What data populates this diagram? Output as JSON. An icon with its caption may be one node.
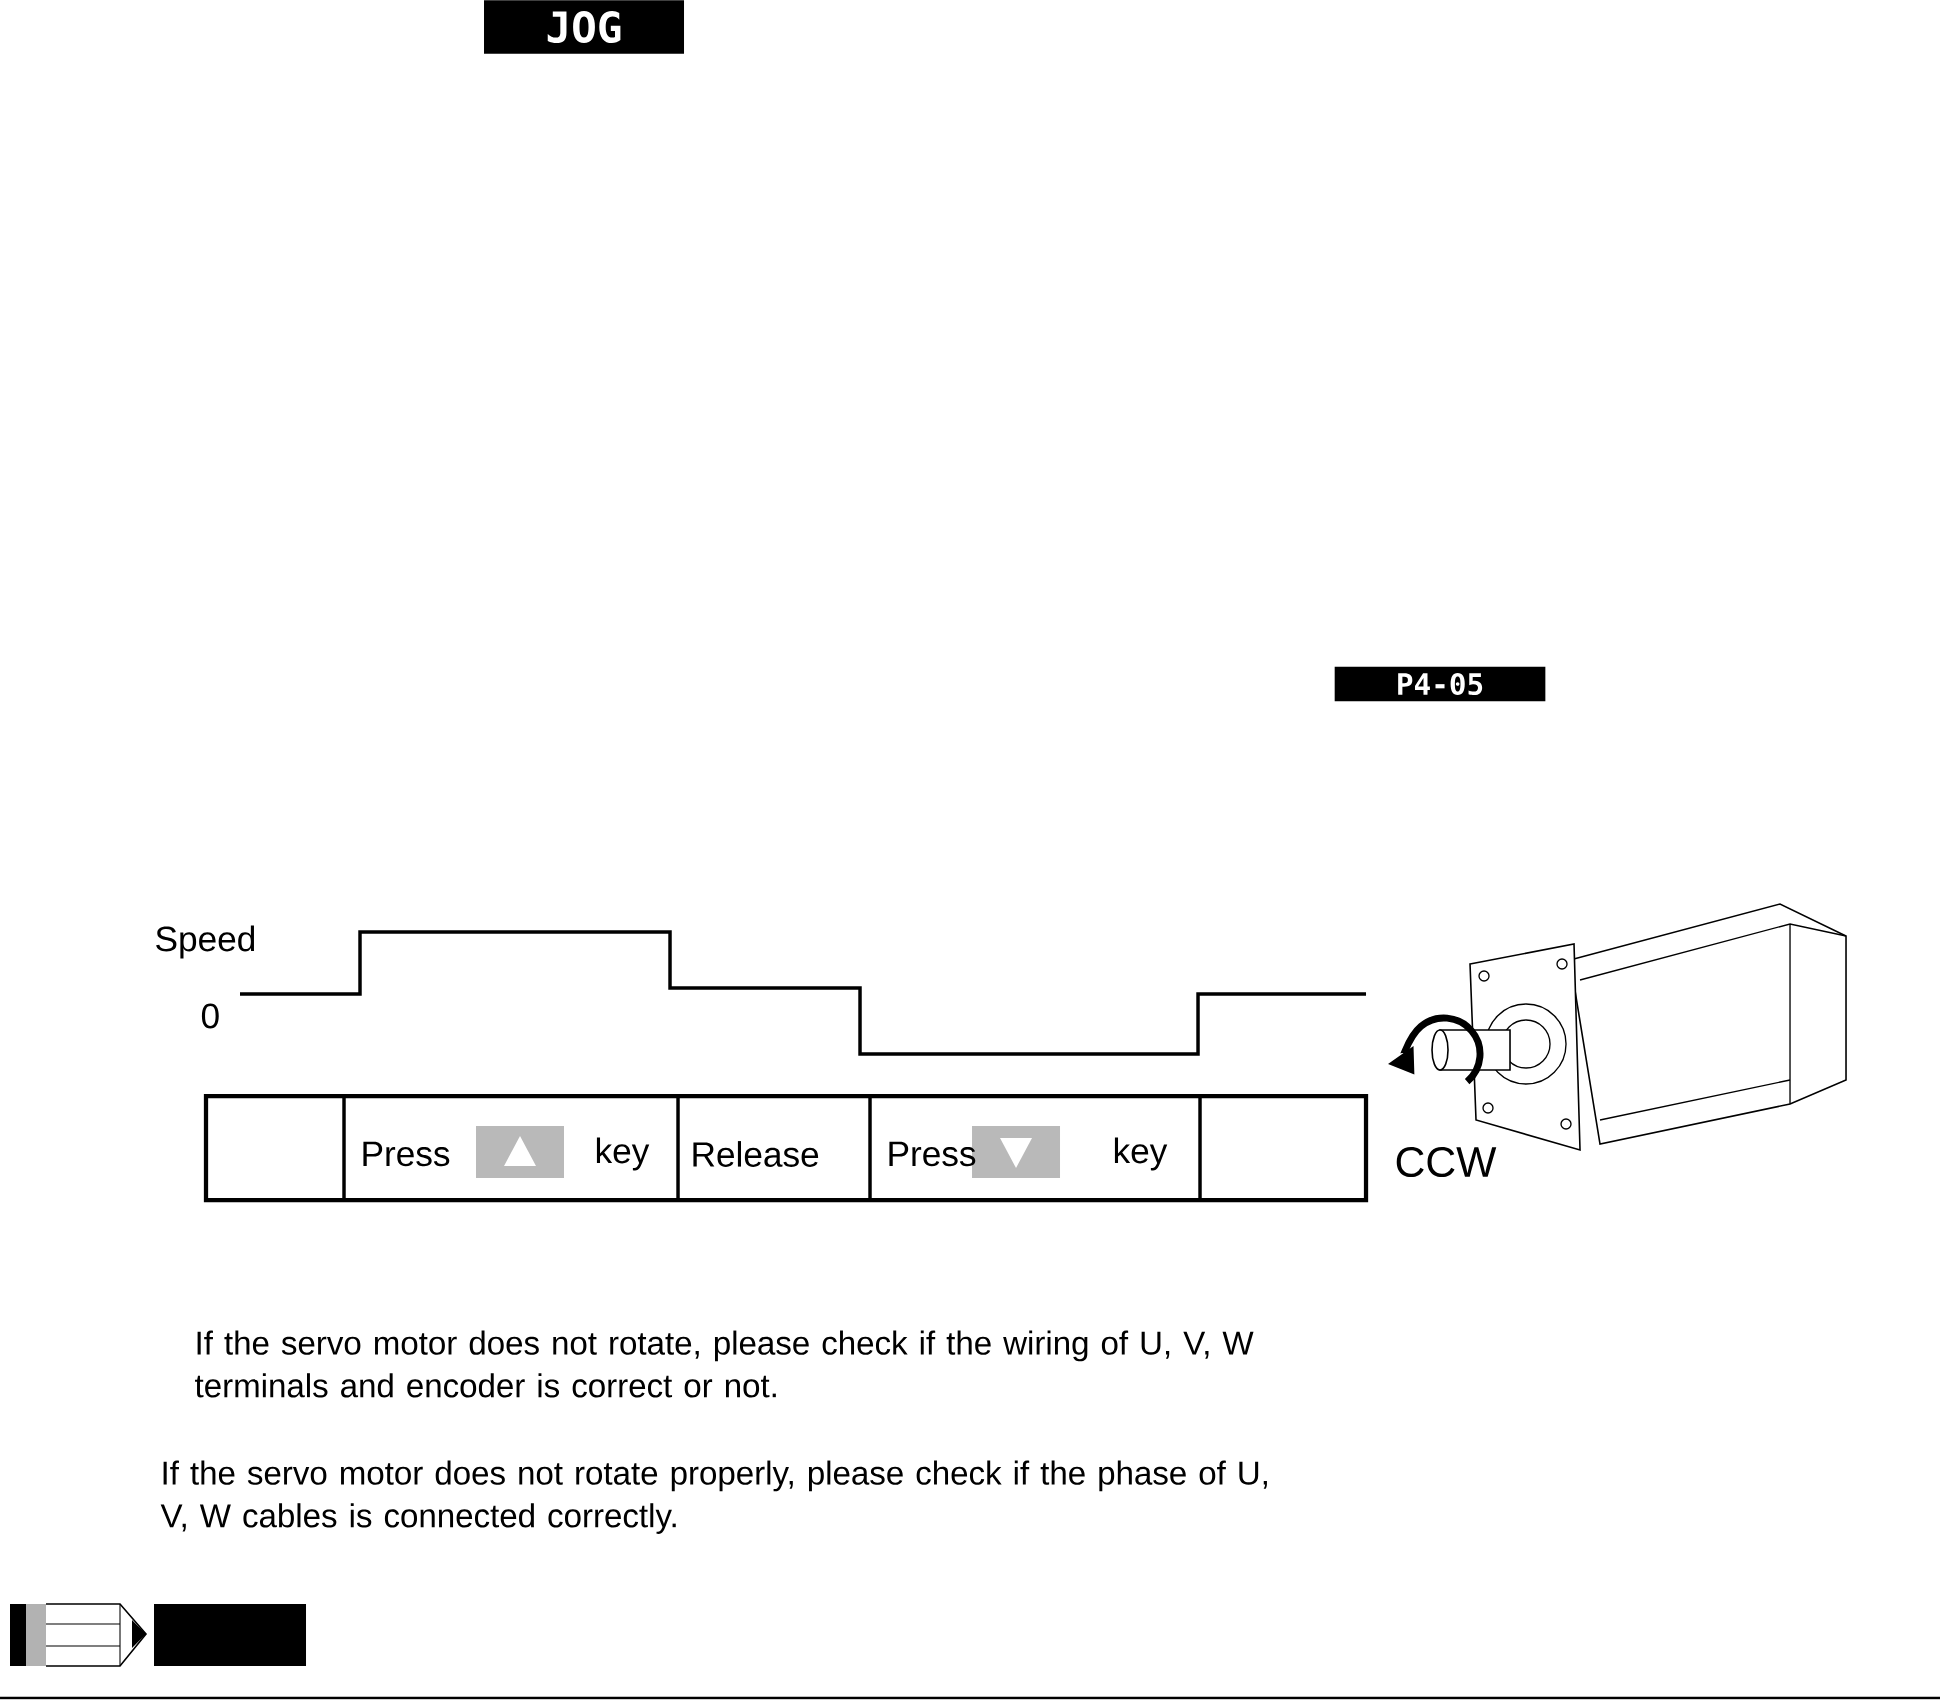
{
  "diagram": {
    "labels": [
      "JOG",
      "P4-05",
      "Speed",
      "0",
      "Press",
      "key",
      "Release",
      "Press",
      "key",
      "CCW",
      "If the servo motor does not rotate, please check if the wiring of U, V, W terminals and encoder is correct or not.",
      "If the servo motor does not rotate properly, please check if the phase of U, V, W cables is connected correctly."
    ]
  }
}
